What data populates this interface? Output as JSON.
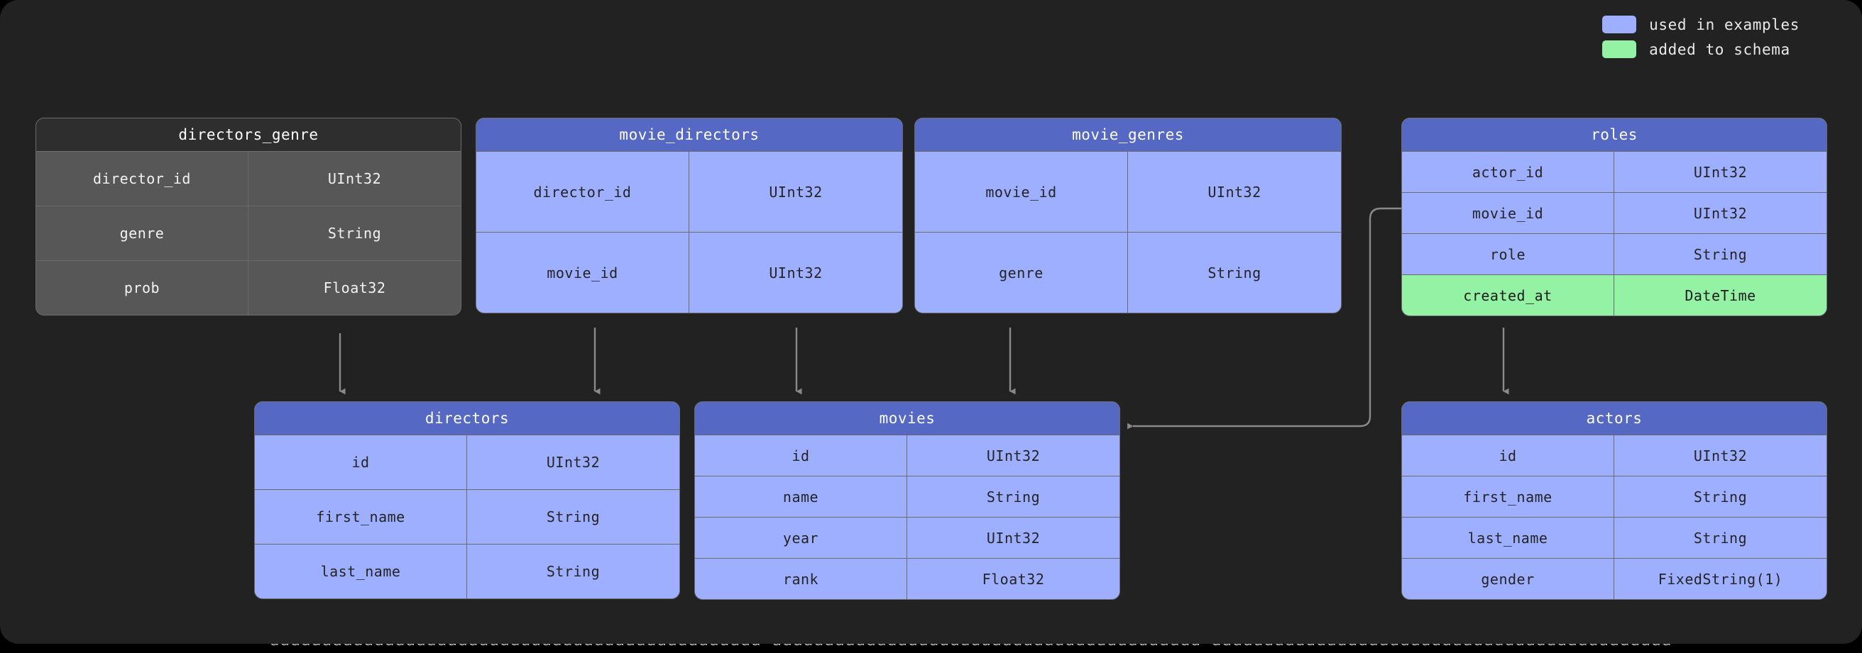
{
  "legend": {
    "items": [
      {
        "label": "used in examples",
        "color": "#9fafff",
        "swatch_name": "used-in-examples-swatch"
      },
      {
        "label": "added to schema",
        "color": "#93f2a4",
        "swatch_name": "added-to-schema-swatch"
      }
    ]
  },
  "bottom_strip": {
    "clipped_text": "aaaaaaaaaaaaaaaaaaaaaaaaaaaaaaaaaaaaaaaaaaaaaaa   aaaaaaaaaaaaaaaaaaaaaaaaaaaaaaaaaaaaaaaaa  aaaaaaaaaaaaaaaaaaaaaaaaaaaaaaaaaaaaaaaaaaaa"
  },
  "colors": {
    "canvas": "#222222",
    "header_blue": "#5468c4",
    "body_blue": "#9fafff",
    "added_green": "#93f2a4",
    "header_grey": "#2e2e2e",
    "body_grey": "#575757",
    "border": "#6b6b6b",
    "edge": "#8a8a88"
  },
  "tables": [
    {
      "name": "directors_genre",
      "theme": "grey",
      "columns": [
        {
          "name": "director_id",
          "type": "UInt32",
          "state": "normal"
        },
        {
          "name": "genre",
          "type": "String",
          "state": "normal"
        },
        {
          "name": "prob",
          "type": "Float32",
          "state": "normal"
        }
      ]
    },
    {
      "name": "movie_directors",
      "theme": "blue",
      "columns": [
        {
          "name": "director_id",
          "type": "UInt32",
          "state": "normal"
        },
        {
          "name": "movie_id",
          "type": "UInt32",
          "state": "normal"
        }
      ]
    },
    {
      "name": "movie_genres",
      "theme": "blue",
      "columns": [
        {
          "name": "movie_id",
          "type": "UInt32",
          "state": "normal"
        },
        {
          "name": "genre",
          "type": "String",
          "state": "normal"
        }
      ]
    },
    {
      "name": "roles",
      "theme": "blue",
      "columns": [
        {
          "name": "actor_id",
          "type": "UInt32",
          "state": "normal"
        },
        {
          "name": "movie_id",
          "type": "UInt32",
          "state": "normal"
        },
        {
          "name": "role",
          "type": "String",
          "state": "normal"
        },
        {
          "name": "created_at",
          "type": "DateTime",
          "state": "added"
        }
      ]
    },
    {
      "name": "directors",
      "theme": "blue",
      "columns": [
        {
          "name": "id",
          "type": "UInt32",
          "state": "normal"
        },
        {
          "name": "first_name",
          "type": "String",
          "state": "normal"
        },
        {
          "name": "last_name",
          "type": "String",
          "state": "normal"
        }
      ]
    },
    {
      "name": "movies",
      "theme": "blue",
      "columns": [
        {
          "name": "id",
          "type": "UInt32",
          "state": "normal"
        },
        {
          "name": "name",
          "type": "String",
          "state": "normal"
        },
        {
          "name": "year",
          "type": "UInt32",
          "state": "normal"
        },
        {
          "name": "rank",
          "type": "Float32",
          "state": "normal"
        }
      ]
    },
    {
      "name": "actors",
      "theme": "blue",
      "columns": [
        {
          "name": "id",
          "type": "UInt32",
          "state": "normal"
        },
        {
          "name": "first_name",
          "type": "String",
          "state": "normal"
        },
        {
          "name": "last_name",
          "type": "String",
          "state": "normal"
        },
        {
          "name": "gender",
          "type": "FixedString(1)",
          "state": "normal"
        }
      ]
    }
  ],
  "relations": [
    {
      "from": "directors_genre",
      "to": "directors"
    },
    {
      "from": "movie_directors",
      "to": "directors"
    },
    {
      "from": "movie_directors",
      "to": "movies"
    },
    {
      "from": "movie_genres",
      "to": "movies"
    },
    {
      "from": "roles",
      "to": "movies"
    },
    {
      "from": "roles",
      "to": "actors"
    }
  ]
}
